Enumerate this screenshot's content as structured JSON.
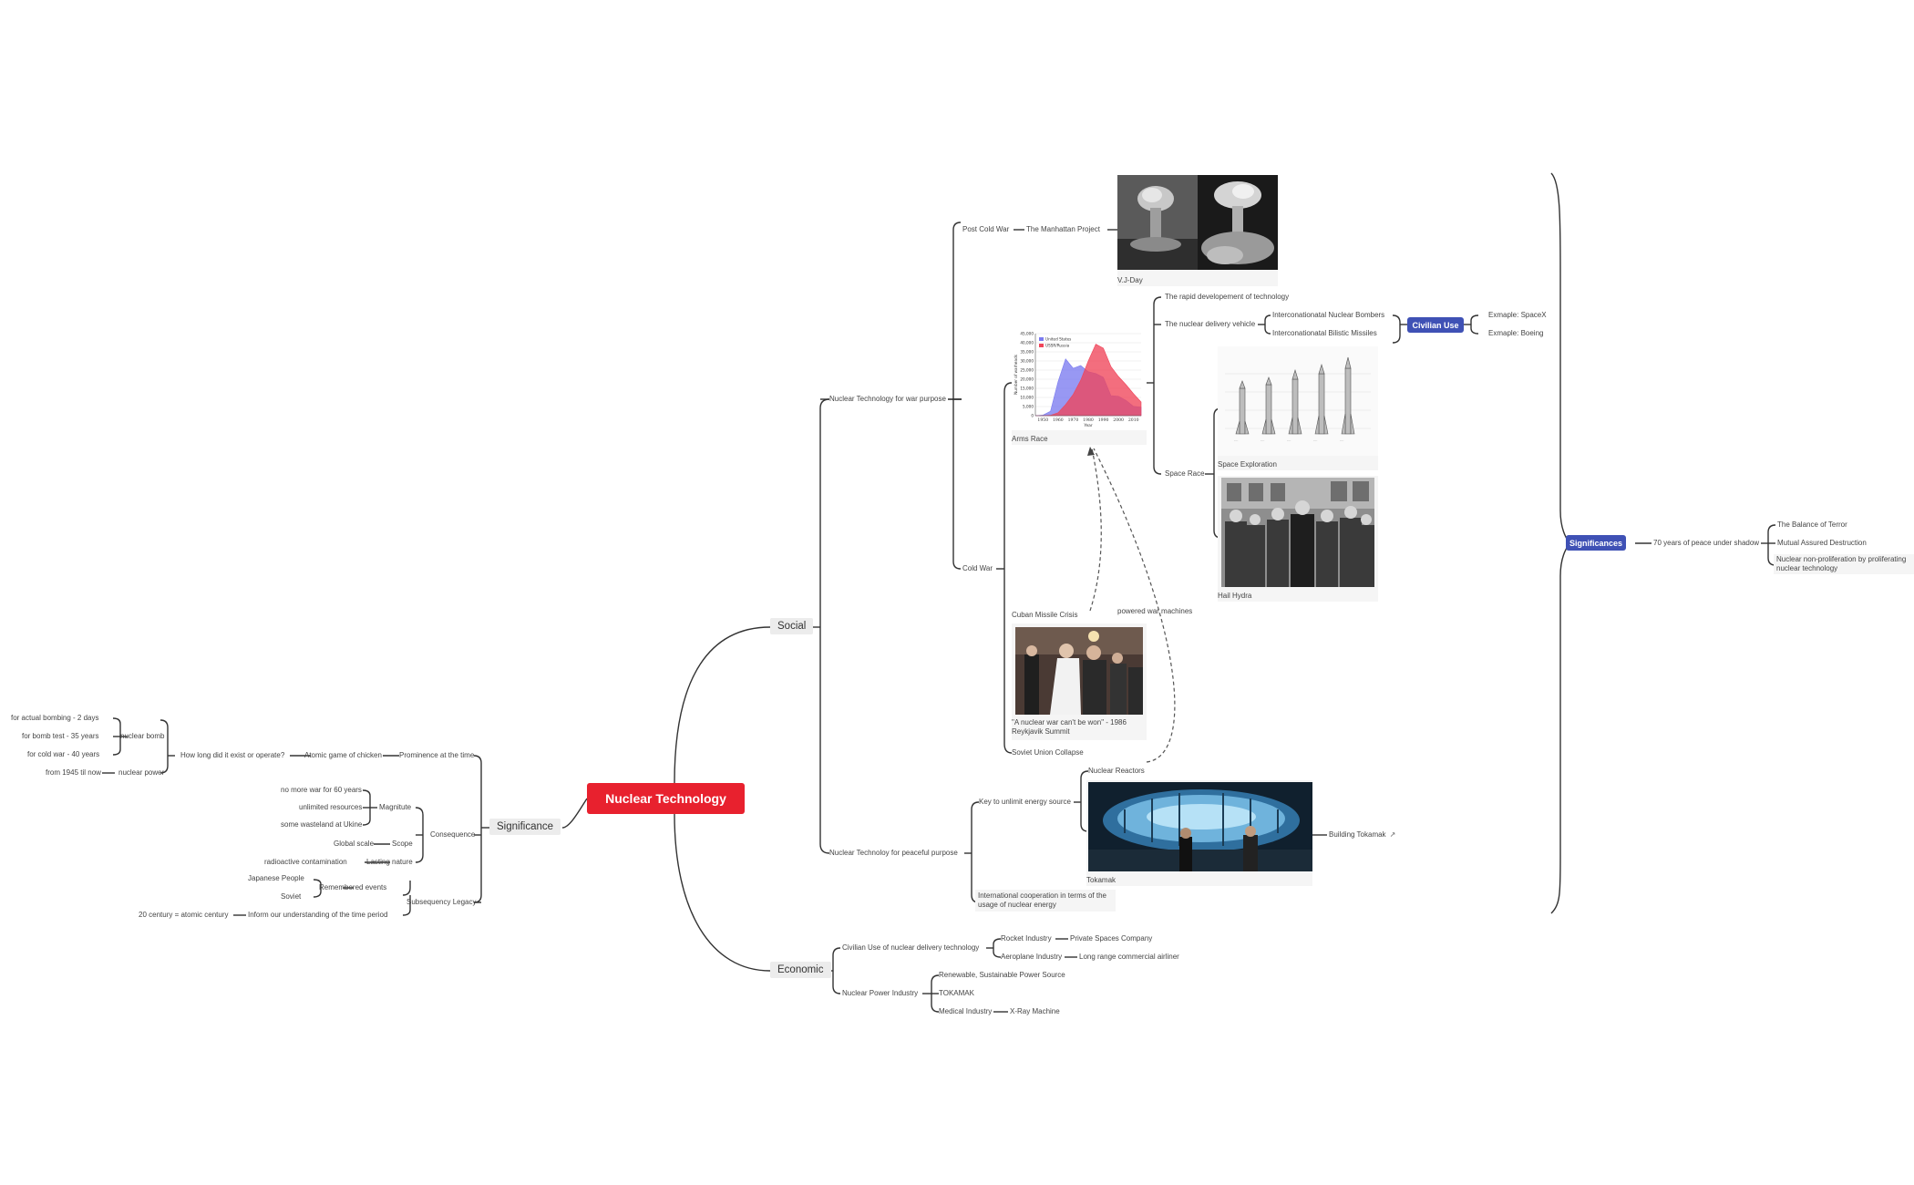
{
  "root": "Nuclear Technology",
  "branches": {
    "social": "Social",
    "economic": "Economic",
    "significance": "Significance"
  },
  "social": {
    "war_purpose": "Nuclear Technology for war purpose",
    "post_cold_war": "Post Cold War",
    "manhattan_project": "The Manhattan Project",
    "vj_day": "V.J-Day",
    "cold_war": "Cold War",
    "arms_race": "Arms Race",
    "rapid_development": "The rapid developement of technology",
    "delivery_vehicle": "The nuclear delivery vehicle",
    "icbm_bombers": "Interconationatal Nuclear Bombers",
    "icbm_missiles": "Interconationatal Bilistic Missiles",
    "civilian_use": "Civilian Use",
    "example_spacex": "Exmaple: SpaceX",
    "example_boeing": "Exmaple: Boeing",
    "space_race": "Space Race",
    "space_exploration": "Space Exploration",
    "hail_hydra": "Hail Hydra",
    "cuban_missile_crisis": "Cuban Missile Crisis",
    "reykjavik": "\"A nuclear war can't be won\" - 1986 Reykjavik Summit",
    "soviet_collapse": "Soviet Union Collapse",
    "powered_war_machines": "powered war machines",
    "peaceful_purpose": "Nuclear Technoloy for peaceful purpose",
    "unlimit_energy": "Key to unlimit energy source",
    "nuclear_reactors": "Nuclear Reactors",
    "tokamak_caption": "Tokamak",
    "building_tokamak": "Building Tokamak",
    "intl_cooperation": "International cooperation in terms of the usage of nuclear energy"
  },
  "economic": {
    "civilian_delivery": "Civilian Use of nuclear delivery technology",
    "rocket_industry": "Rocket Industry",
    "private_spaces": "Private Spaces Company",
    "aeroplane_industry": "Aeroplane Industry",
    "long_range": "Long range commercial airliner",
    "power_industry": "Nuclear Power Industry",
    "renewable": "Renewable, Sustainable Power Source",
    "tokamak": "TOKAMAK",
    "medical": "Medical Industry",
    "xray": "X-Ray Machine"
  },
  "significance": {
    "prominence": "Prominence at the time",
    "chicken": "Atomic game of chicken",
    "how_long": "How long did it exist or operate?",
    "nuclear_bomb": "nuclear bomb",
    "actual_bombing": "for actual bombing - 2 days",
    "bomb_test": "for bomb test - 35 years",
    "cold_war_years": "for cold war - 40 years",
    "nuclear_power": "nuclear power",
    "from_1945": "from 1945 til now",
    "consequence": "Consequence",
    "magnitude": "Magnitute",
    "no_more_war": "no more war for 60 years",
    "unlimited_resources": "unlimited resources",
    "wasteland": "some wasteland at Ukine",
    "scope": "Scope",
    "global_scale": "Global scale",
    "lasting_nature": "Lasting nature",
    "radioactive": "radioactive contamination",
    "legacy": "Subsequency Legacy",
    "remembered": "Remembered events",
    "japanese": "Japanese People",
    "soviet": "Soviet",
    "inform": "Inform our understanding of the time period",
    "atomic_century": "20 century = atomic century"
  },
  "summary": {
    "significances": "Significances",
    "peace": "70 years of peace under shadow",
    "balance": "The Balance of Terror",
    "mad": "Mutual Assured Destruction",
    "non_proliferation": "Nuclear non-proliferation by proliferating nuclear technology"
  },
  "colors": {
    "root": "#e8212e",
    "accent_blue": "#3f51b5",
    "line": "#333333",
    "pill_bg": "#ececec"
  },
  "chart_data": {
    "type": "area",
    "title": "",
    "xlabel": "Year",
    "ylabel": "Number of warheads",
    "x": [
      1945,
      1950,
      1955,
      1960,
      1965,
      1970,
      1975,
      1980,
      1985,
      1990,
      1995,
      2000,
      2005,
      2010,
      2015
    ],
    "xlim": [
      1945,
      2015
    ],
    "ylim": [
      0,
      45000
    ],
    "x_ticks": [
      1950,
      1960,
      1970,
      1980,
      1990,
      2000,
      2010
    ],
    "y_ticks": [
      0,
      5000,
      10000,
      15000,
      20000,
      25000,
      30000,
      35000,
      40000,
      45000
    ],
    "y_tick_labels": [
      "0",
      "5,000",
      "10,000",
      "15,000",
      "20,000",
      "25,000",
      "30,000",
      "35,000",
      "40,000",
      "45,000"
    ],
    "grid": true,
    "legend": "top-left",
    "series": [
      {
        "name": "United States",
        "color": "#7b7bf0",
        "values": [
          6,
          300,
          2400,
          18600,
          31100,
          26000,
          27500,
          24100,
          23100,
          21000,
          11000,
          10600,
          8400,
          5100,
          4700
        ]
      },
      {
        "name": "USSR/Russia",
        "color": "#f0455a",
        "values": [
          0,
          5,
          200,
          1600,
          6100,
          11600,
          19400,
          30000,
          39200,
          37000,
          27000,
          21500,
          17000,
          12000,
          7500
        ]
      }
    ]
  }
}
